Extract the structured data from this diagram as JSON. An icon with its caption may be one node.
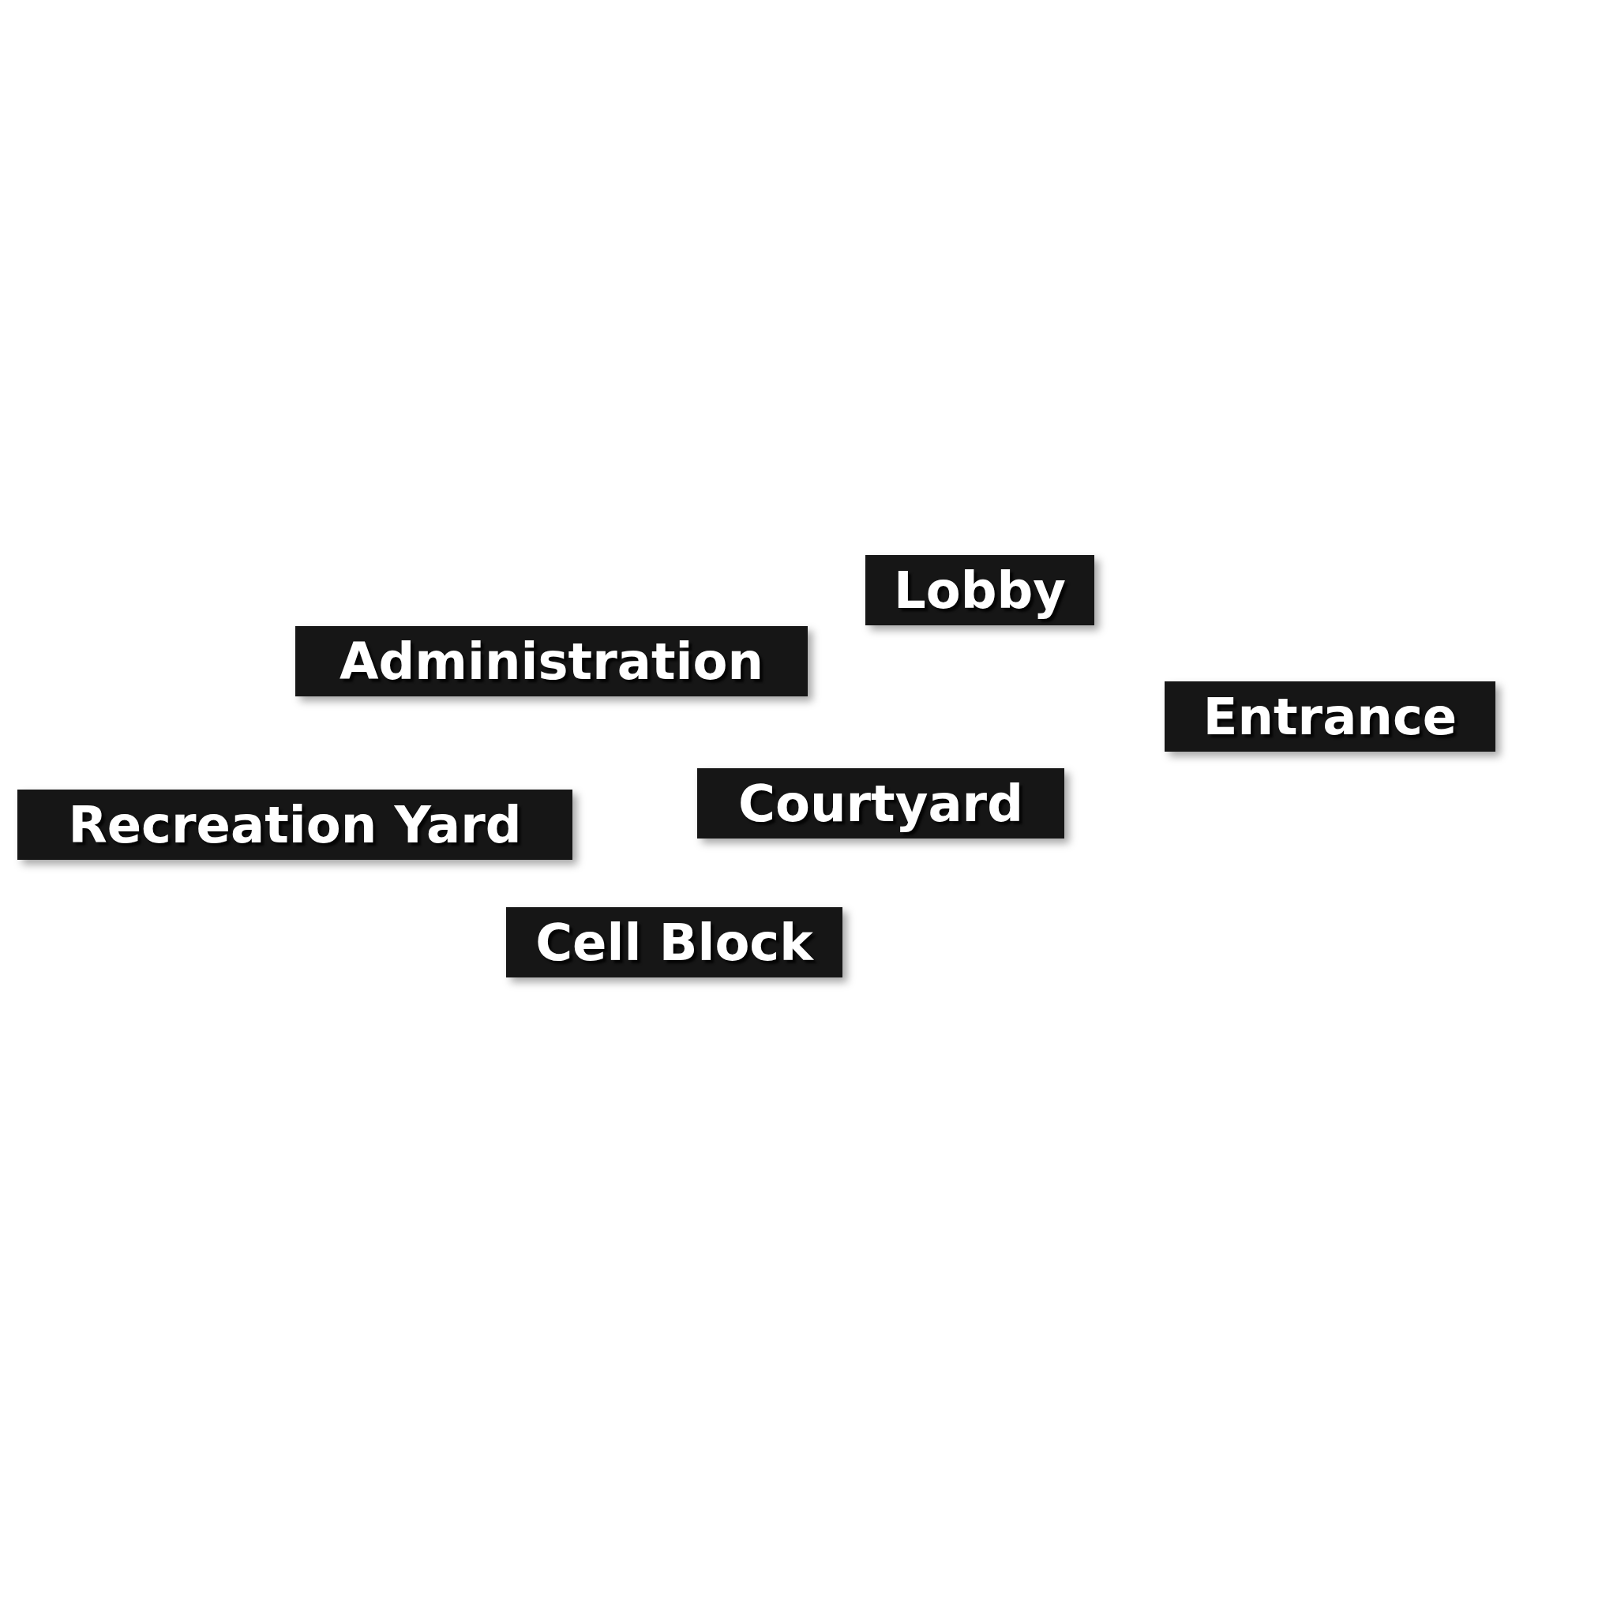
{
  "diagram": {
    "nodes": [
      {
        "text": [
          "Lobby"
        ]
      },
      {
        "text": [
          "Administration"
        ]
      },
      {
        "text": [
          "Entrance"
        ]
      },
      {
        "text": [
          "Courtyard"
        ]
      },
      {
        "text": [
          "Recreation Yard"
        ]
      },
      {
        "text": [
          "Cell Block"
        ]
      }
    ]
  }
}
